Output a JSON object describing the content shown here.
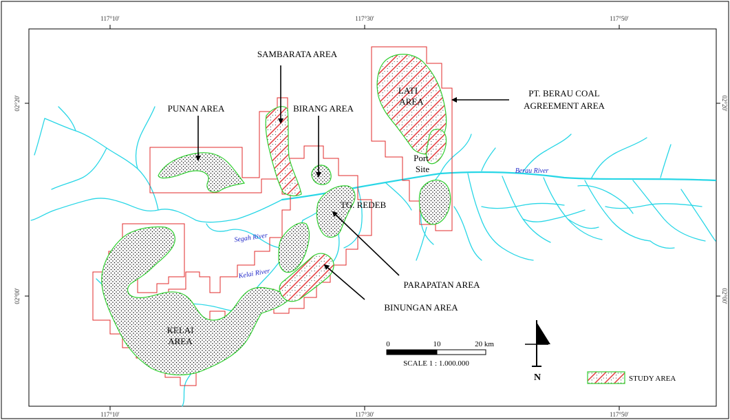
{
  "coordinates": {
    "top": [
      "117°10'",
      "117°30'",
      "117°50'"
    ],
    "bottom": [
      "117°10'",
      "117°30'",
      "117°50'"
    ],
    "left": [
      "02°20'",
      "02°00'"
    ],
    "right": [
      "02°20'",
      "02°00'"
    ]
  },
  "areas": {
    "sambarata": "SAMBARATA AREA",
    "punan": "PUNAN AREA",
    "birang": "BIRANG AREA",
    "lati_1": "LATI",
    "lati_2": "AREA",
    "agreement_1": "PT. BERAU COAL",
    "agreement_2": "AGREEMENT AREA",
    "port_1": "Port",
    "port_2": "Site",
    "tg_redeb": "TG. REDEB",
    "parapatan": "PARAPATAN AREA",
    "binungan": "BINUNGAN AREA",
    "kelai_1": "KELAI",
    "kelai_2": "AREA"
  },
  "rivers": {
    "berau": "Berau River",
    "segah": "Segah River",
    "kelai": "Kelai River"
  },
  "scale": {
    "tick_0": "0",
    "tick_10": "10",
    "tick_20": "20 km",
    "label": "SCALE  1 : 1.000.000"
  },
  "north": "N",
  "legend": {
    "study_area": "STUDY AREA"
  },
  "colors": {
    "river": "#27d6e6",
    "concession_boundary": "#e0282a",
    "area_outline": "#2fcf2f",
    "river_label": "#1f27c8"
  }
}
